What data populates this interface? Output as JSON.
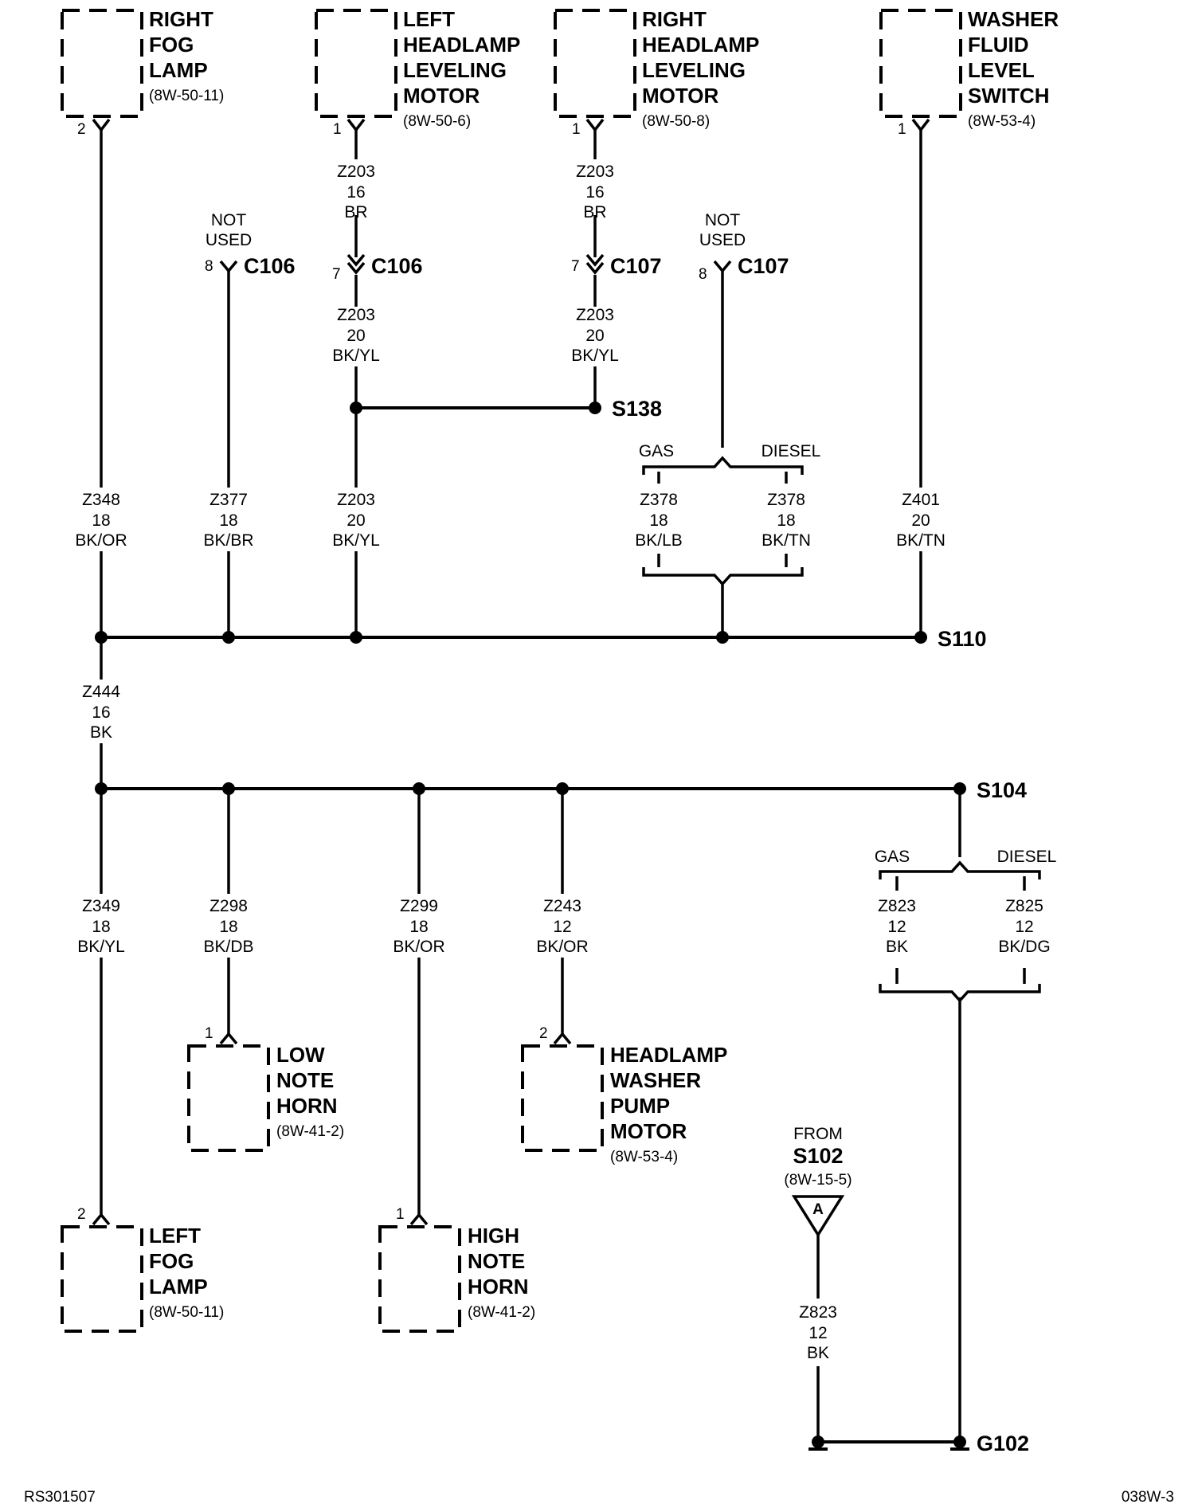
{
  "components": {
    "right_fog_lamp": {
      "lines": [
        "RIGHT",
        "FOG",
        "LAMP"
      ],
      "ref": "(8W-50-11)",
      "pin": "2"
    },
    "left_headlamp_leveling_motor": {
      "lines": [
        "LEFT",
        "HEADLAMP",
        "LEVELING",
        "MOTOR"
      ],
      "ref": "(8W-50-6)",
      "pin": "1"
    },
    "right_headlamp_leveling_motor": {
      "lines": [
        "RIGHT",
        "HEADLAMP",
        "LEVELING",
        "MOTOR"
      ],
      "ref": "(8W-50-8)",
      "pin": "1"
    },
    "washer_fluid_level_switch": {
      "lines": [
        "WASHER",
        "FLUID",
        "LEVEL",
        "SWITCH"
      ],
      "ref": "(8W-53-4)",
      "pin": "1"
    },
    "low_note_horn": {
      "lines": [
        "LOW",
        "NOTE",
        "HORN"
      ],
      "ref": "(8W-41-2)",
      "pin": "1"
    },
    "headlamp_washer_pump_motor": {
      "lines": [
        "HEADLAMP",
        "WASHER",
        "PUMP",
        "MOTOR"
      ],
      "ref": "(8W-53-4)",
      "pin": "2"
    },
    "left_fog_lamp": {
      "lines": [
        "LEFT",
        "FOG",
        "LAMP"
      ],
      "ref": "(8W-50-11)",
      "pin": "2"
    },
    "high_note_horn": {
      "lines": [
        "HIGH",
        "NOTE",
        "HORN"
      ],
      "ref": "(8W-41-2)",
      "pin": "1"
    }
  },
  "connectors": {
    "c106_unused": {
      "note": [
        "NOT",
        "USED"
      ],
      "pin": "8",
      "name": "C106"
    },
    "c106": {
      "pin": "7",
      "name": "C106"
    },
    "c107": {
      "pin": "7",
      "name": "C107"
    },
    "c107_unused": {
      "note": [
        "NOT",
        "USED"
      ],
      "pin": "8",
      "name": "C107"
    }
  },
  "wires": {
    "z203_upper_left": [
      "Z203",
      "16",
      "BR"
    ],
    "z203_mid_left": [
      "Z203",
      "20",
      "BK/YL"
    ],
    "z203_upper_right": [
      "Z203",
      "16",
      "BR"
    ],
    "z203_mid_right": [
      "Z203",
      "20",
      "BK/YL"
    ],
    "z348": [
      "Z348",
      "18",
      "BK/OR"
    ],
    "z377": [
      "Z377",
      "18",
      "BK/BR"
    ],
    "z203_lower": [
      "Z203",
      "20",
      "BK/YL"
    ],
    "z378_gas": [
      "Z378",
      "18",
      "BK/LB"
    ],
    "z378_diesel": [
      "Z378",
      "18",
      "BK/TN"
    ],
    "z401": [
      "Z401",
      "20",
      "BK/TN"
    ],
    "z444": [
      "Z444",
      "16",
      "BK"
    ],
    "z349": [
      "Z349",
      "18",
      "BK/YL"
    ],
    "z298": [
      "Z298",
      "18",
      "BK/DB"
    ],
    "z299": [
      "Z299",
      "18",
      "BK/OR"
    ],
    "z243": [
      "Z243",
      "12",
      "BK/OR"
    ],
    "z823_gas": [
      "Z823",
      "12",
      "BK"
    ],
    "z825_diesel": [
      "Z825",
      "12",
      "BK/DG"
    ],
    "z823_from_s102": [
      "Z823",
      "12",
      "BK"
    ]
  },
  "options": {
    "upper": {
      "left": "GAS",
      "right": "DIESEL"
    },
    "lower": {
      "left": "GAS",
      "right": "DIESEL"
    }
  },
  "splices": {
    "s138": "S138",
    "s110": "S110",
    "s104": "S104"
  },
  "ground": {
    "name": "G102"
  },
  "from_ref": {
    "from": "FROM",
    "splice": "S102",
    "ref": "(8W-15-5)",
    "letter": "A"
  },
  "footer": {
    "left_code": "RS301507",
    "right_code": "038W-3"
  }
}
